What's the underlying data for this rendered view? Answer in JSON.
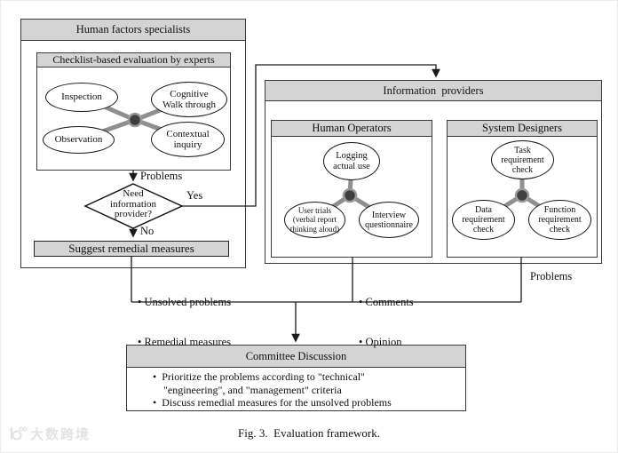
{
  "colors": {
    "header_fill": "#d4d4d4",
    "line_color": "#1a1a1a",
    "spoke_color": "#8f8f8f",
    "hub_color": "#3f3f3f"
  },
  "human_factors": {
    "title": "Human factors specialists",
    "checklist": {
      "title": "Checklist-based evaluation by experts",
      "nodes": {
        "inspection": [
          "Inspection"
        ],
        "cognitive_walkthrough": [
          "Cognitive",
          "Walk through"
        ],
        "observation": [
          "Observation"
        ],
        "contextual_inquiry": [
          "Contextual",
          "inquiry"
        ]
      }
    },
    "problems_label": "Problems",
    "decision": [
      "Need",
      "information",
      "provider?"
    ],
    "yes_label": "Yes",
    "no_label": "No",
    "suggest_box": "Suggest remedial measures",
    "output_labels": [
      "• Unsolved problems",
      "• Remedial measures"
    ]
  },
  "information_providers": {
    "title": "Information  providers",
    "human_operators": {
      "title": "Human Operators",
      "nodes": {
        "logging": [
          "Logging",
          "actual use"
        ],
        "user_trials": [
          "User trials",
          "(verbal report",
          "thinking aloud)"
        ],
        "interview": [
          "Interview",
          "questionnaire"
        ]
      },
      "output_labels": [
        "• Comments",
        "• Opinion"
      ]
    },
    "system_designers": {
      "title": "System Designers",
      "nodes": {
        "task_requirement": [
          "Task",
          "requirement",
          "check"
        ],
        "data_requirement": [
          "Data",
          "requirement",
          "check"
        ],
        "function_requirement": [
          "Function",
          "requirement",
          "check"
        ]
      },
      "output_label": "Problems"
    }
  },
  "committee": {
    "title": "Committee Discussion",
    "lines": [
      {
        "text": "•  Prioritize the problems according to \"technical\"",
        "cont": false
      },
      {
        "text": "\"engineering\", and \"management\" criteria",
        "cont": true
      },
      {
        "text": "•  Discuss remedial measures for the unsolved problems",
        "cont": false
      }
    ]
  },
  "caption": "Fig. 3.  Evaluation framework.",
  "watermark": {
    "text": "大数跨境"
  }
}
